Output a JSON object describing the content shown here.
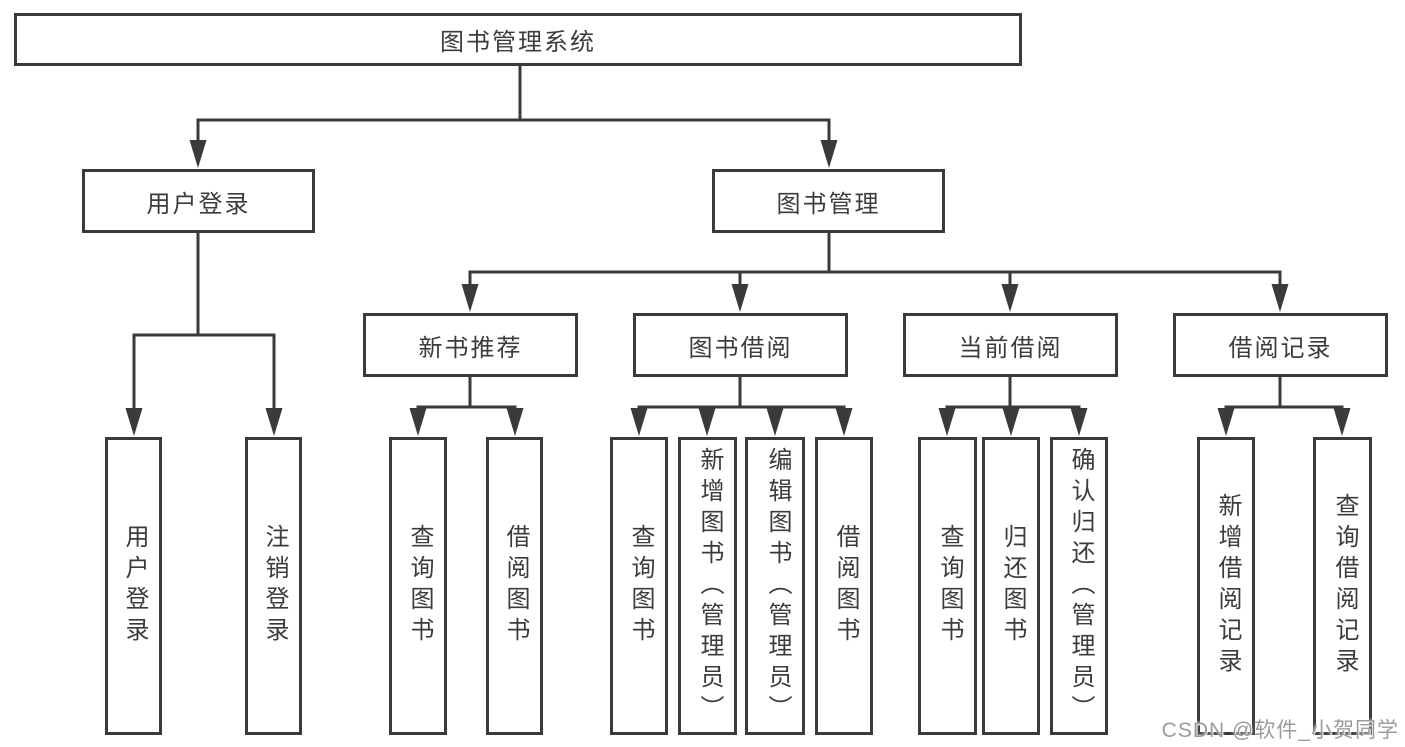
{
  "diagram": {
    "type": "hierarchy-tree",
    "title": "图书管理系统"
  },
  "tree": {
    "label": "图书管理系统",
    "children": [
      {
        "label": "用户登录",
        "children": [
          {
            "label": "用户登录"
          },
          {
            "label": "注销登录"
          }
        ]
      },
      {
        "label": "图书管理",
        "children": [
          {
            "label": "新书推荐",
            "children": [
              {
                "label": "查询图书"
              },
              {
                "label": "借阅图书"
              }
            ]
          },
          {
            "label": "图书借阅",
            "children": [
              {
                "label": "查询图书"
              },
              {
                "label": "新增图书（管理员）"
              },
              {
                "label": "编辑图书（管理员）"
              },
              {
                "label": "借阅图书"
              }
            ]
          },
          {
            "label": "当前借阅",
            "children": [
              {
                "label": "查询图书"
              },
              {
                "label": "归还图书"
              },
              {
                "label": "确认归还（管理员）"
              }
            ]
          },
          {
            "label": "借阅记录",
            "children": [
              {
                "label": "新增借阅记录"
              },
              {
                "label": "查询借阅记录"
              }
            ]
          }
        ]
      }
    ]
  },
  "watermark": "CSDN @软件_小贺同学",
  "colors": {
    "line": "#3a3a3a",
    "box_border": "#3a3a3a",
    "text": "#3c3c3c",
    "watermark": "#9b9b9b",
    "background": "#ffffff"
  }
}
